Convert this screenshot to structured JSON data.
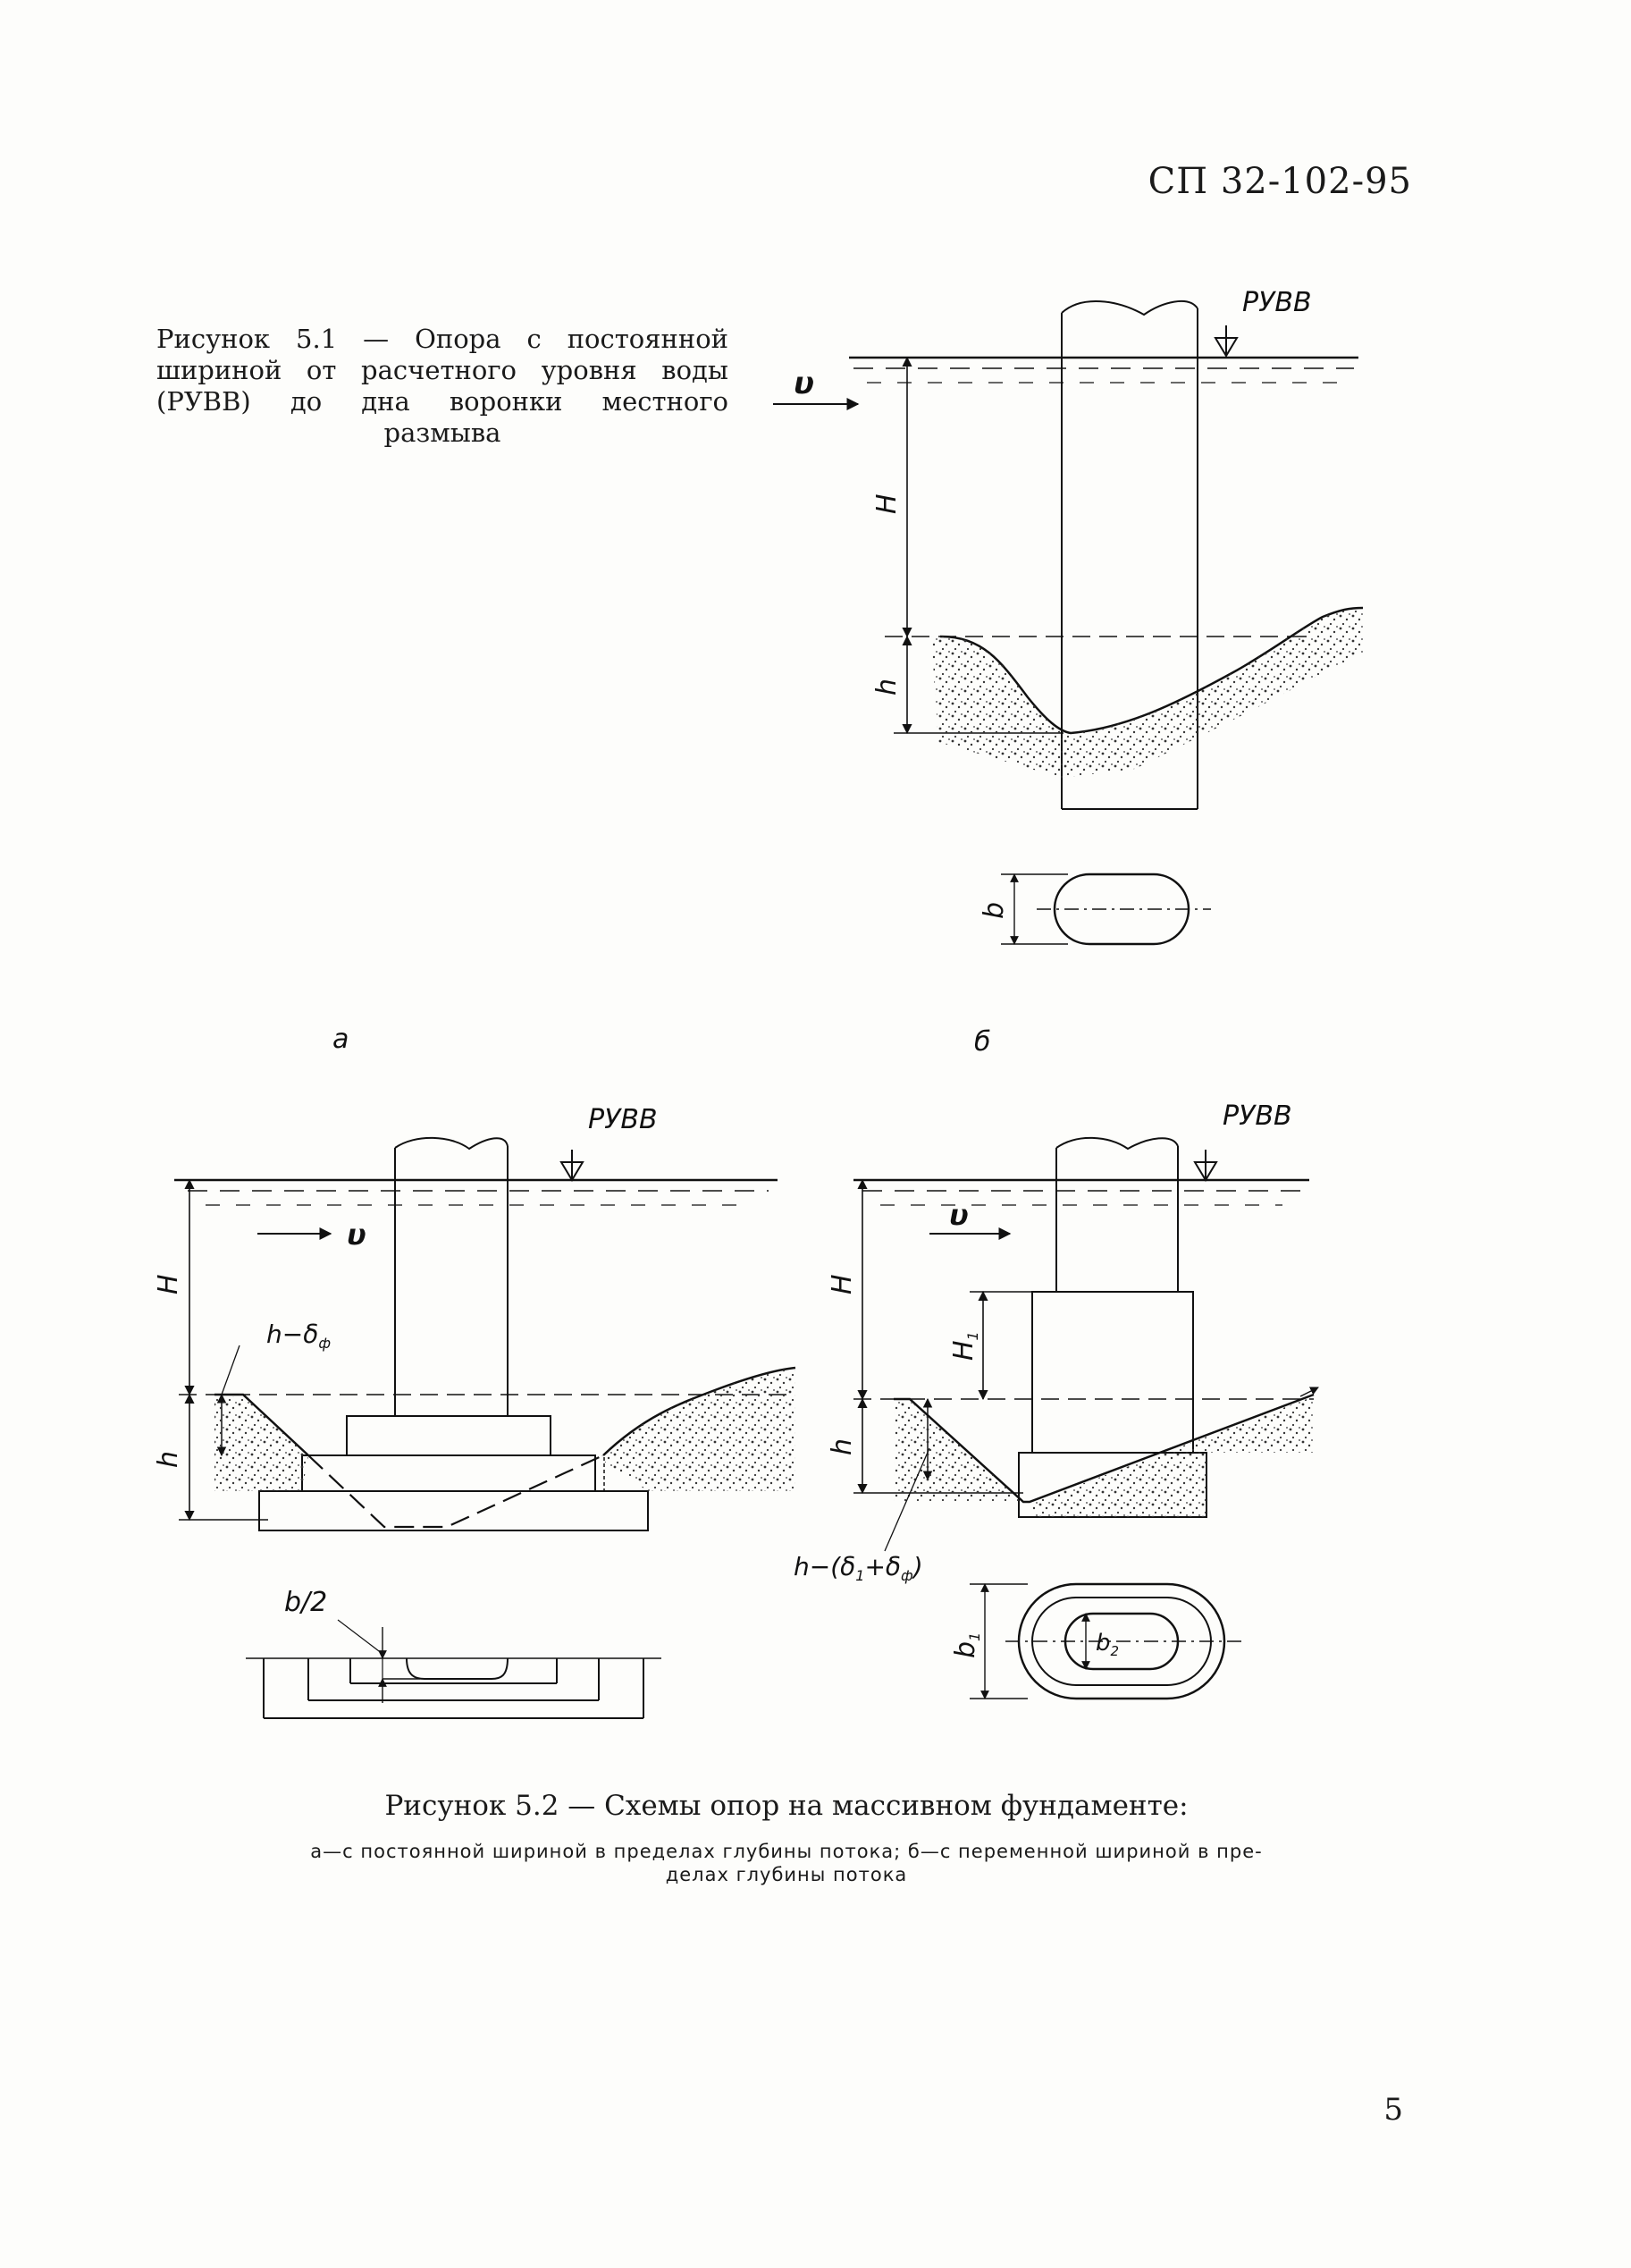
{
  "header": {
    "doc_code": "СП 32-102-95"
  },
  "figure_5_1": {
    "caption": "Рисунок 5.1 — Опора с постоянной шириной от расчетного уровня воды (РУВВ) до дна воронки местного размыва",
    "labels": {
      "water_level": "РУВВ",
      "velocity": "υ",
      "depth_H": "H",
      "scour_h": "h",
      "width_b": "b"
    }
  },
  "figure_5_2": {
    "panel_a": {
      "letter": "а",
      "labels": {
        "water_level": "РУВВ",
        "velocity": "υ",
        "depth_H": "H",
        "scour_h": "h",
        "h_minus": "h−δ",
        "h_minus_sub": "ф",
        "half_width": "b/2"
      }
    },
    "panel_b": {
      "letter": "б",
      "labels": {
        "water_level": "РУВВ",
        "velocity": "υ",
        "depth_H": "H",
        "depth_H1": "H",
        "depth_H1_sub": "1",
        "scour_h": "h",
        "h_expr_start": "h−(δ",
        "h_expr_sub1": "1",
        "h_expr_plus": "+δ",
        "h_expr_sub2": "ф",
        "h_expr_end": ")",
        "width_b1": "b",
        "width_b1_sub": "1",
        "width_b2": "b",
        "width_b2_sub": "2"
      }
    },
    "caption": "Рисунок 5.2 — Схемы опор на массивном фундаменте:",
    "legend_line1": "а—с постоянной шириной в пределах глубины потока; б—с переменной шириной в пре-",
    "legend_line2": "делах глубины потока"
  },
  "footer": {
    "page_number": "5"
  }
}
